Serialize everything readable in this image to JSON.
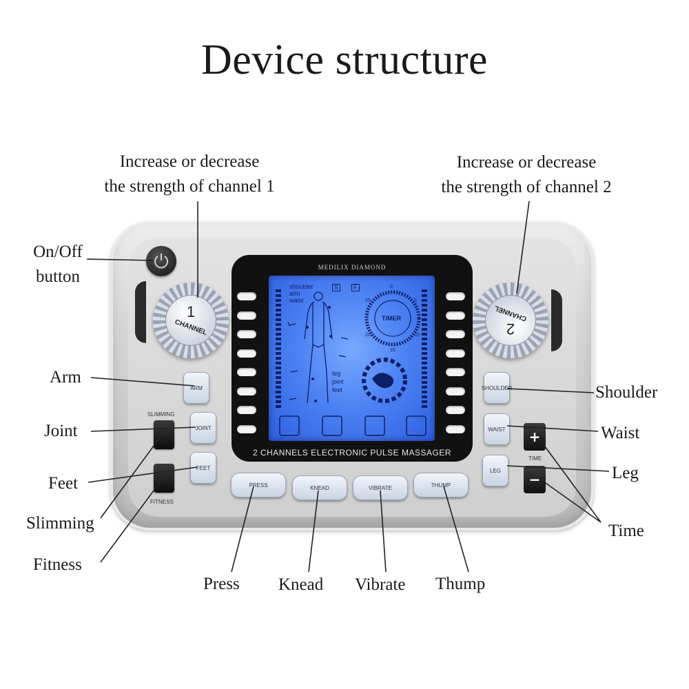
{
  "title": "Device structure",
  "callouts": {
    "channel1": [
      "Increase or decrease",
      "the strength of channel 1"
    ],
    "channel2": [
      "Increase or decrease",
      "the strength of channel 2"
    ],
    "onoff": [
      "On/Off",
      "button"
    ],
    "arm": "Arm",
    "joint": "Joint",
    "feet": "Feet",
    "slimming": "Slimming",
    "fitness": "Fitness",
    "press": "Press",
    "knead": "Knead",
    "vibrate": "Vibrate",
    "thump": "Thump",
    "shoulder": "Shoulder",
    "waist": "Waist",
    "leg": "Leg",
    "time": "Time"
  },
  "device": {
    "brand": "MEDILIX DIAMOND",
    "model": "2 CHANNELS ELECTRONIC PULSE MASSAGER",
    "knob1": {
      "number": "1",
      "label": "CHANNEL"
    },
    "knob2": {
      "number": "2",
      "label": "CHANNEL"
    },
    "buttons": {
      "arm": "ARM",
      "joint": "JOINT",
      "feet": "FEET",
      "shoulder": "SHOULDER",
      "waist": "WAIST",
      "leg": "LEG",
      "press": "PRESS",
      "knead": "KNEAD",
      "vibrate": "VIBRATE",
      "thump": "THUMP",
      "plus": "+",
      "minus": "−"
    },
    "small_labels": {
      "slimming": "SLIMMING",
      "fitness": "FITNESS",
      "time": "TIME"
    },
    "lcd": {
      "parts_top": [
        "shoulder",
        "arm",
        "waist"
      ],
      "parts_bottom": [
        "leg",
        "joint",
        "feet"
      ],
      "mode_s": "S",
      "mode_f": "F",
      "timer": "TIMER",
      "timer_ticks": [
        "0",
        "5",
        "10",
        "15",
        "20",
        "25"
      ]
    }
  }
}
